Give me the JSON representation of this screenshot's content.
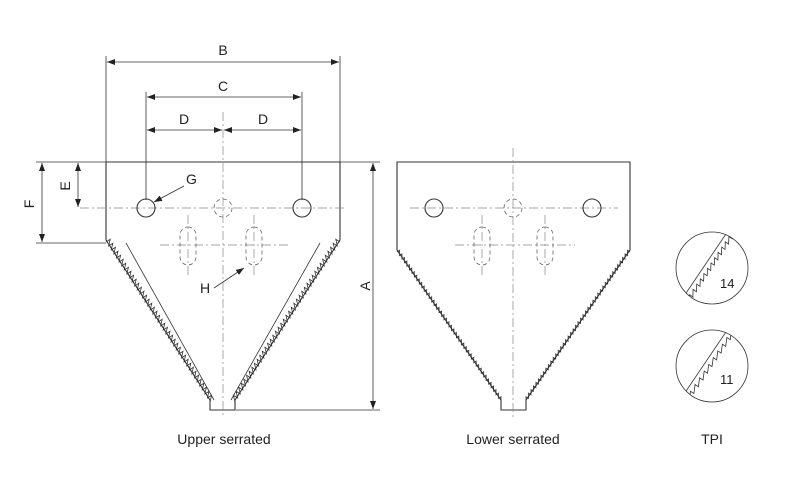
{
  "dimensions": {
    "a": "A",
    "b": "B",
    "c": "C",
    "d": "D",
    "e": "E",
    "f": "F",
    "g": "G",
    "h": "H"
  },
  "captions": {
    "upper": "Upper serrated",
    "lower": "Lower serrated",
    "tpi": "TPI"
  },
  "tpi_values": [
    "14",
    "11"
  ]
}
